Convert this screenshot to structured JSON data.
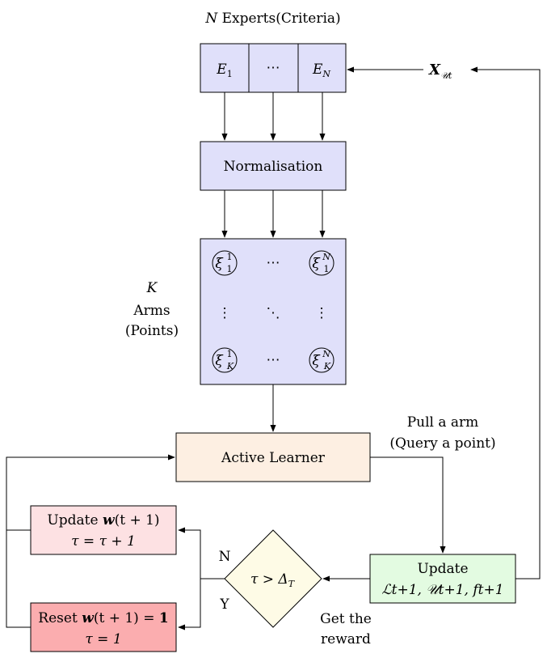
{
  "title": {
    "var": "N",
    "text": " Experts(Criteria)"
  },
  "experts": {
    "first": "E",
    "first_sub": "1",
    "dots": "⋯",
    "last": "E",
    "last_sub": "N"
  },
  "input_label": {
    "var": "X",
    "sub": "𝒰t"
  },
  "normalisation": "Normalisation",
  "arms_label": {
    "var": "K",
    "line2": "Arms",
    "line3": "(Points)"
  },
  "matrix": {
    "symbol": "ξ",
    "top_left": {
      "sup": "1",
      "sub": "1"
    },
    "top_right": {
      "sup": "N",
      "sub": "1"
    },
    "bottom_left": {
      "sup": "1",
      "sub": "K"
    },
    "bottom_right": {
      "sup": "N",
      "sub": "K"
    },
    "hdots": "⋯",
    "vdots": "⋮",
    "ddots": "⋱"
  },
  "active_learner": "Active Learner",
  "pull": {
    "line1": "Pull a arm",
    "line2": "(Query a point)"
  },
  "update_box": {
    "line1": "Update",
    "line2": "ℒt+1, 𝒰t+1, ft+1"
  },
  "decision": {
    "text": "τ > Δ",
    "sub": "T"
  },
  "branch_n": "N",
  "branch_y": "Y",
  "reward": {
    "line1": "Get the",
    "line2": "reward"
  },
  "update_w": {
    "line1_pre": "Update ",
    "line1_var": "w",
    "line1_post": "(t + 1)",
    "line2": "τ = τ + 1"
  },
  "reset_w": {
    "line1_pre": "Reset ",
    "line1_var": "w",
    "line1_post": "(t + 1) = ",
    "line1_one": "1",
    "line2": "τ = 1"
  },
  "colors": {
    "lavender": "#e0e0fa",
    "peach": "#fdefe2",
    "green": "#e3fbe1",
    "pink": "#fde1e3",
    "red": "#fbadaf",
    "cream": "#fefbe6"
  }
}
